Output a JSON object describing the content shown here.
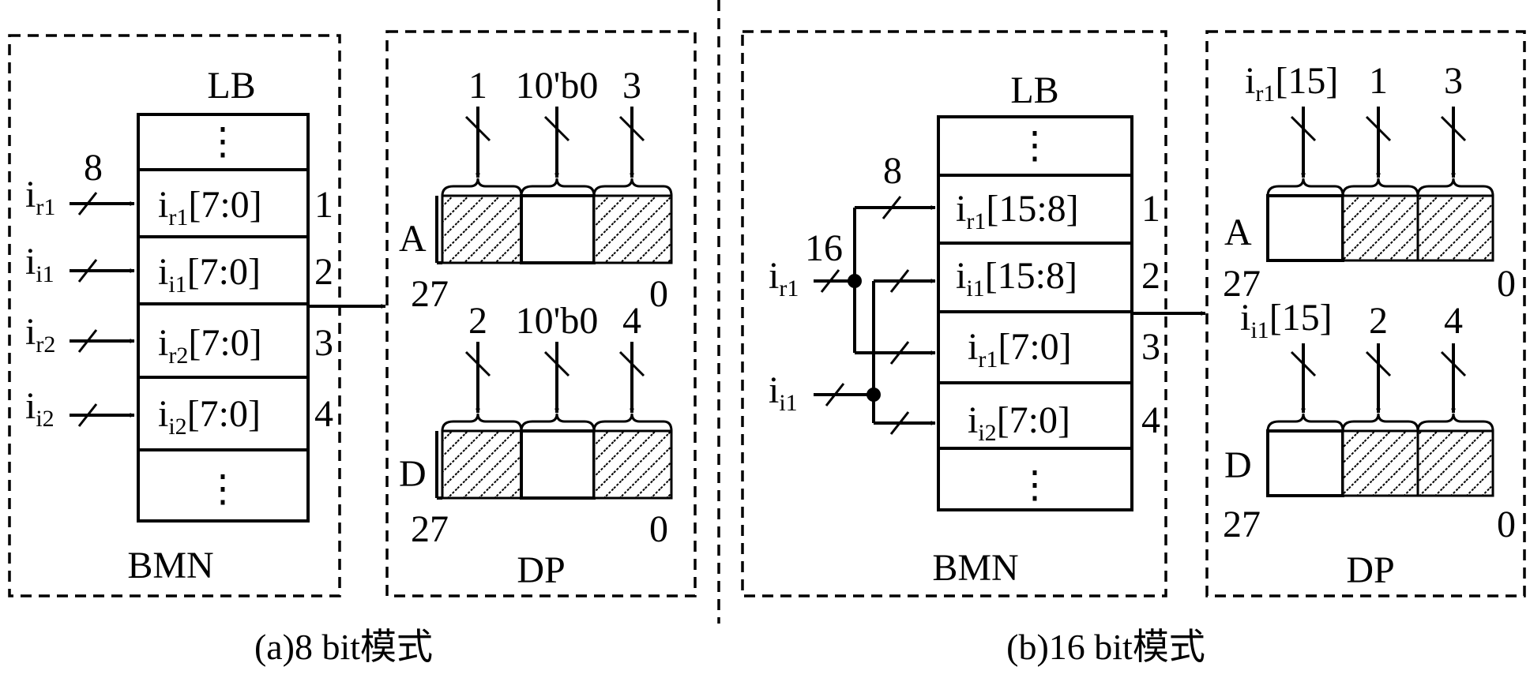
{
  "left": {
    "bmn_label": "BMN",
    "lb_label": "LB",
    "dp_label": "DP",
    "vdots": "⋮",
    "bus_width": "8",
    "inputs": [
      {
        "base": "i",
        "sub": "r1"
      },
      {
        "base": "i",
        "sub": "i1"
      },
      {
        "base": "i",
        "sub": "r2"
      },
      {
        "base": "i",
        "sub": "i2"
      }
    ],
    "rows": [
      {
        "base": "i",
        "sub": "r1",
        "range": "[7:0]",
        "index": "1"
      },
      {
        "base": "i",
        "sub": "i1",
        "range": "[7:0]",
        "index": "2"
      },
      {
        "base": "i",
        "sub": "r2",
        "range": "[7:0]",
        "index": "3"
      },
      {
        "base": "i",
        "sub": "i2",
        "range": "[7:0]",
        "index": "4"
      }
    ],
    "reg_a": {
      "name": "A",
      "msb": "27",
      "lsb": "0",
      "inputs": [
        "1",
        "10'b0",
        "3"
      ]
    },
    "reg_d": {
      "name": "D",
      "msb": "27",
      "lsb": "0",
      "inputs": [
        "2",
        "10'b0",
        "4"
      ]
    },
    "caption": "(a)8 bit模式"
  },
  "right": {
    "bmn_label": "BMN",
    "lb_label": "LB",
    "dp_label": "DP",
    "vdots": "⋮",
    "bus_width_in": "16",
    "bus_width_out": "8",
    "inputs": [
      {
        "base": "i",
        "sub": "r1"
      },
      {
        "base": "i",
        "sub": "i1"
      }
    ],
    "rows": [
      {
        "base": "i",
        "sub": "r1",
        "range": "[15:8]",
        "index": "1"
      },
      {
        "base": "i",
        "sub": "i1",
        "range": "[15:8]",
        "index": "2"
      },
      {
        "base": "i",
        "sub": "r1",
        "range": "[7:0]",
        "index": "3"
      },
      {
        "base": "i",
        "sub": "i2",
        "range": "[7:0]",
        "index": "4"
      }
    ],
    "reg_a": {
      "name": "A",
      "msb": "27",
      "lsb": "0",
      "inputs": [
        "i_r1[15]",
        "1",
        "3"
      ]
    },
    "reg_d": {
      "name": "D",
      "msb": "27",
      "lsb": "0",
      "inputs": [
        "i_i1[15]",
        "2",
        "4"
      ]
    },
    "reg_a_first": {
      "base": "i",
      "sub": "r1",
      "range": "[15]"
    },
    "reg_d_first": {
      "base": "i",
      "sub": "i1",
      "range": "[15]"
    },
    "caption": "(b)16 bit模式"
  }
}
